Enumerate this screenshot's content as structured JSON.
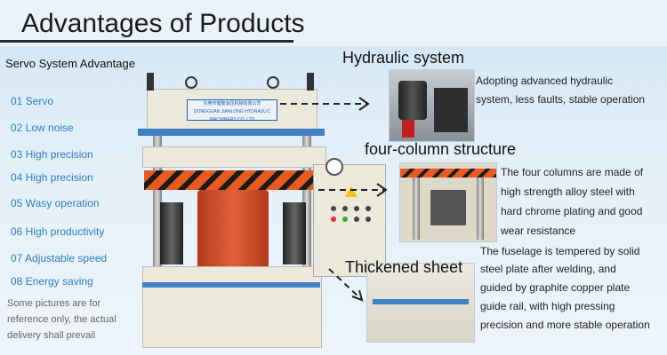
{
  "header": {
    "title": "Advantages of Products"
  },
  "servo": {
    "heading": "Servo System Advantage",
    "items": [
      "01 Servo",
      "02 Low noise",
      "03 High precision",
      "04 High precision",
      "05 Wasy operation",
      "06 High productivity",
      "07  Adjustable speed",
      "08 Energy saving"
    ],
    "disclaimer": [
      "Some pictures are for",
      "reference only, the actual",
      "delivery shall prevail"
    ]
  },
  "machine": {
    "nameplate": [
      "东莞市健隆油压机械有限公司",
      "DONGGUAN JIANLONG HYDRAULIC MACHINERY CO.,LTD"
    ]
  },
  "features": {
    "hydraulic": {
      "title": "Hydraulic system",
      "lines": [
        "Adopting advanced hydraulic",
        "system, less faults, stable operation"
      ]
    },
    "column": {
      "title": "four-column structure",
      "lines": [
        "The four columns are made of",
        "high strength alloy steel with",
        "hard chrome plating and good",
        "wear resistance"
      ]
    },
    "sheet": {
      "title": "Thickened sheet",
      "lines": [
        "The fuselage is tempered by solid",
        "steel plate after welding, and",
        "guided by graphite copper plate",
        "guide rail, with high pressing",
        "precision and more stable operation"
      ]
    }
  },
  "colors": {
    "accent": "#2b7fc6",
    "machine_body": "#ebe8dc",
    "cylinder": "#d9512b",
    "guard": "#e85a1e"
  }
}
